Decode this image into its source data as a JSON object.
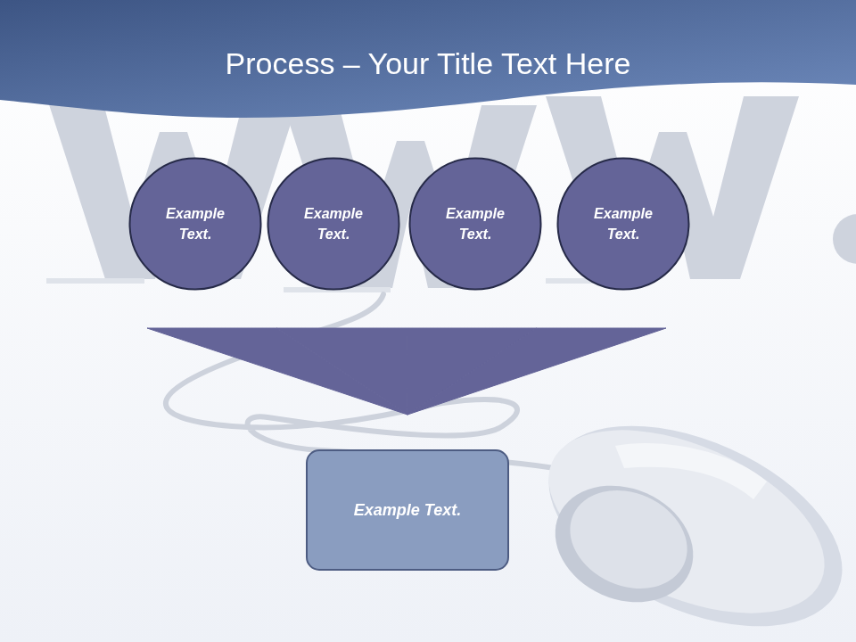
{
  "diagram": {
    "title": "Process – Your Title Text Here",
    "nodes": [
      {
        "text": [
          "Example Text."
        ]
      },
      {
        "text": [
          "Example Text."
        ]
      },
      {
        "text": [
          "Example Text."
        ]
      },
      {
        "text": [
          "Example Text."
        ]
      },
      {
        "text": [
          "Example Text."
        ]
      }
    ],
    "edges": [
      {
        "from": 0,
        "to": 4,
        "arrow": "to"
      },
      {
        "from": 1,
        "to": 4,
        "arrow": "to"
      },
      {
        "from": 2,
        "to": 4,
        "arrow": "to"
      },
      {
        "from": 3,
        "to": 4,
        "arrow": "to"
      }
    ]
  }
}
